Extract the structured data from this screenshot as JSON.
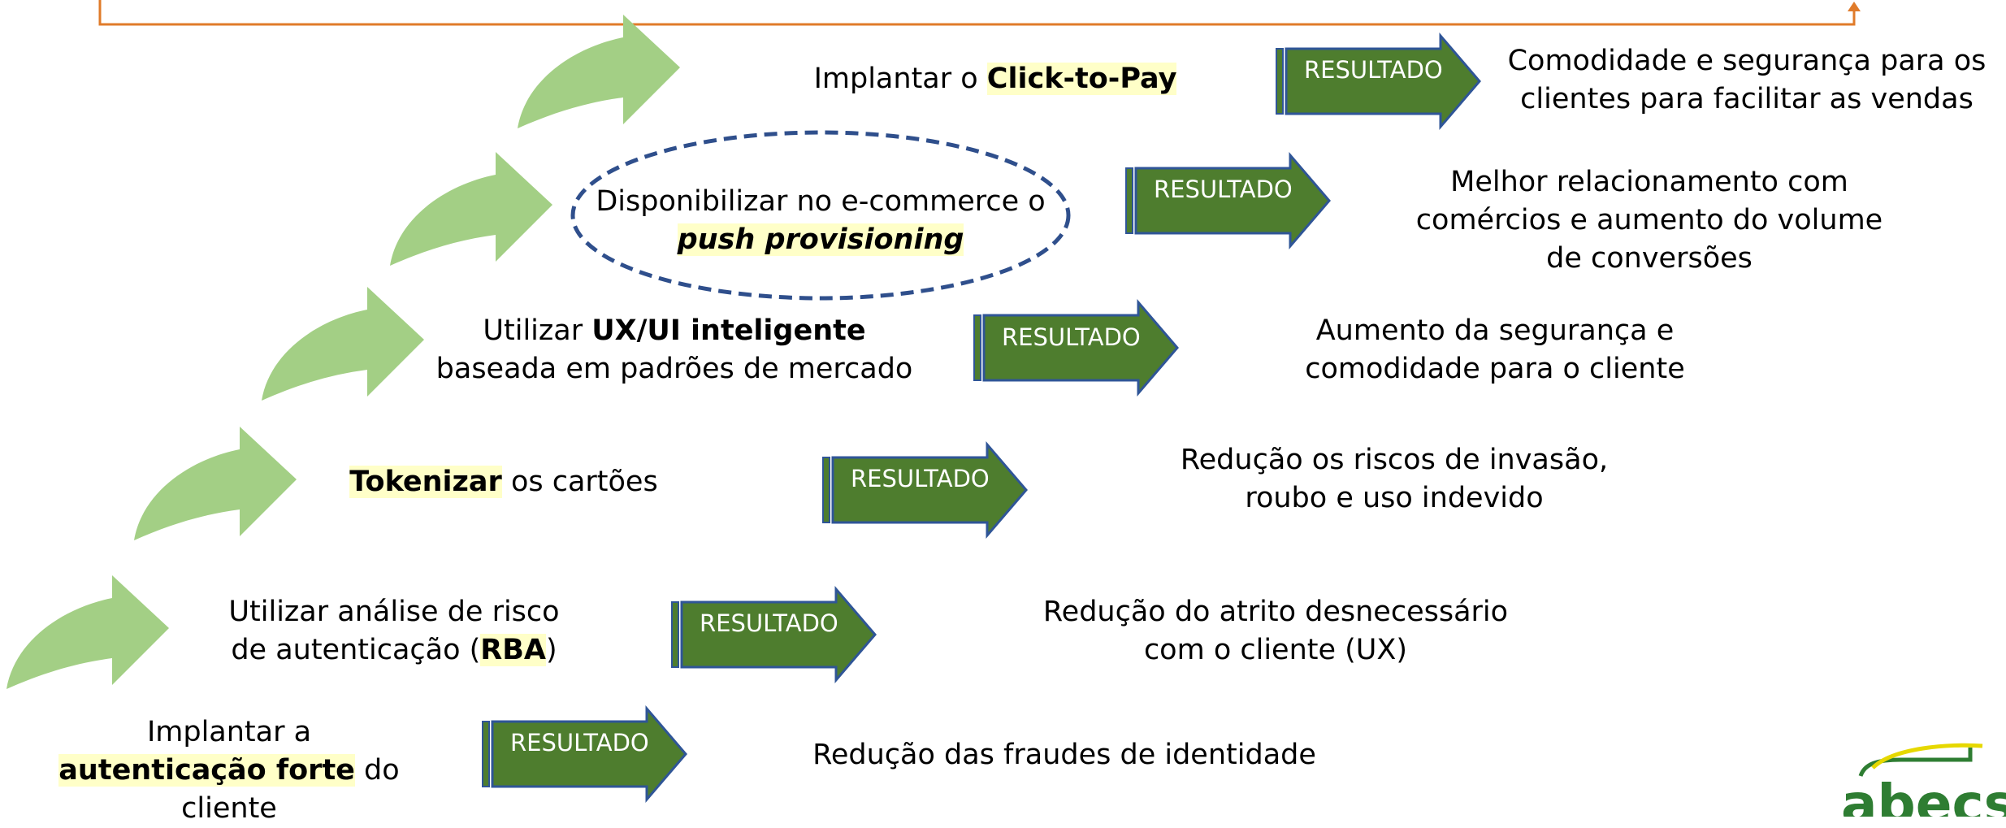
{
  "colors": {
    "timeline": "#e07b2a",
    "green_arrow": "#a3cf85",
    "result_arrow_fill": "#4e7d2e",
    "result_arrow_stroke": "#2f5597",
    "dashed_ellipse": "#2f4f8c",
    "highlight": "#ffffc8",
    "logo_green": "#2e7d32",
    "logo_yellow": "#e6d800"
  },
  "result_label": "RESULTADO",
  "steps": [
    {
      "line1_pre": "Implantar a",
      "line2_hl": "autenticação forte",
      "line2_post": " do",
      "line3": "cliente",
      "result_line1": "Redução das fraudes de identidade"
    },
    {
      "line1": "Utilizar análise de risco",
      "line2_pre": "de autenticação (",
      "line2_hl": "RBA",
      "line2_post": ")",
      "result_line1": "Redução do atrito desnecessário",
      "result_line2": "com o cliente (UX)"
    },
    {
      "line1_hl": "Tokenizar",
      "line1_post": " os cartões",
      "result_line1": "Redução os riscos de invasão,",
      "result_line2": "roubo e uso indevido"
    },
    {
      "line1_pre": "Utilizar ",
      "line1_bold": "UX/UI inteligente",
      "line2": "baseada em padrões de mercado",
      "result_line1": "Aumento da segurança e",
      "result_line2": "comodidade para o cliente"
    },
    {
      "line1": "Disponibilizar no e-commerce o",
      "line2_hl": "push provisioning",
      "result_line1": "Melhor relacionamento com",
      "result_line2": "comércios e aumento do volume",
      "result_line3": "de conversões"
    },
    {
      "line1_pre": "Implantar o ",
      "line1_hl": "Click-to-Pay",
      "result_line1": "Comodidade e segurança para os",
      "result_line2": "clientes para facilitar as vendas"
    }
  ],
  "logo": {
    "text": "abecs"
  }
}
